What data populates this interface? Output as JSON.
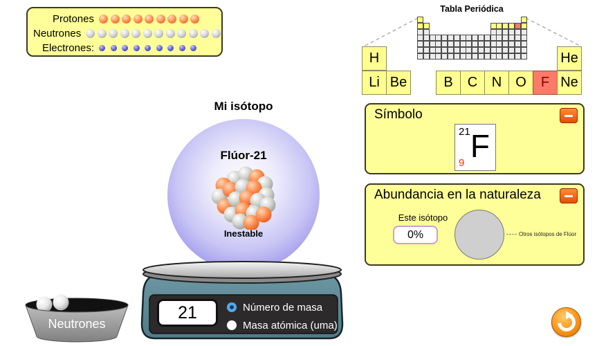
{
  "particle_panel": {
    "rows": [
      {
        "key": "protones",
        "label": "Protones",
        "count": 9
      },
      {
        "key": "neutrones",
        "label": "Neutrones",
        "count": 12
      },
      {
        "key": "electrones",
        "label": "Electrones:",
        "count": 9
      }
    ]
  },
  "periodic_table": {
    "title": "Tabla Periódica",
    "row1": [
      "H",
      "He"
    ],
    "row2": [
      "Li",
      "Be",
      "B",
      "C",
      "N",
      "O",
      "F",
      "Ne"
    ],
    "selected": "F",
    "selected_cell": {
      "period": 2,
      "group": 17
    }
  },
  "symbol_panel": {
    "title": "Símbolo",
    "mass_number": "21",
    "symbol": "F",
    "atomic_number": "9",
    "minimize_icon": "minus-icon"
  },
  "abundance_panel": {
    "title": "Abundancia en la naturaleza",
    "this_isotope_label": "Este isótopo",
    "this_isotope_value": "0%",
    "other_isotopes_label": "Otros isótopos de Flúor",
    "minimize_icon": "minus-icon"
  },
  "my_isotope": {
    "title": "Mi isótopo",
    "name": "Flúor-21",
    "stability": "Inestable"
  },
  "scale": {
    "display_value": "21",
    "options": [
      {
        "label": "Número de masa",
        "selected": true
      },
      {
        "label": "Masa atómica (uma)",
        "selected": false
      }
    ]
  },
  "bucket": {
    "label": "Neutrones",
    "ball_count": 2
  },
  "reset_button": {
    "icon": "reset-arrow-icon"
  },
  "colors": {
    "panel_yellow": "#ffff99",
    "cell_yellow": "#ffff8f",
    "highlight_red": "#fb7a68",
    "minus_orange": "#f15a00",
    "sphere_purple": "#7b74d8",
    "scale_teal": "#5d8c99",
    "proton_orange": "#ff9a54",
    "neutron_gray": "#d9d9d9",
    "electron_blue": "#5c5cd6",
    "atomic_number_red": "#ff2a00",
    "reset_orange": "#ff9c1f"
  }
}
